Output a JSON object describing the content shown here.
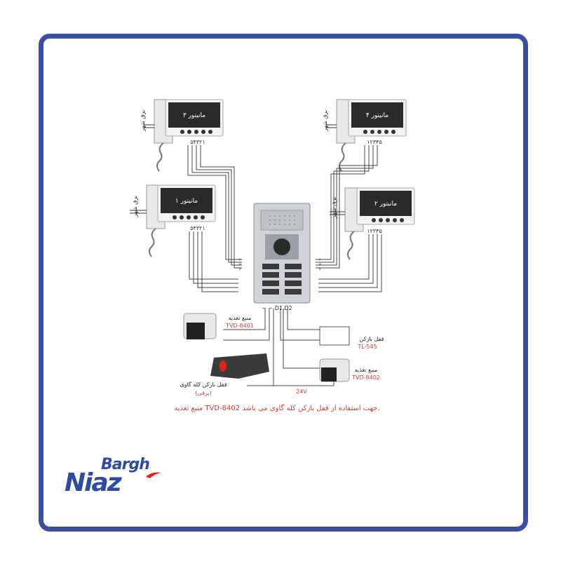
{
  "monitors": [
    {
      "id": "m3",
      "label": "مانیتور ۳",
      "city_power": "برق شهر",
      "pins": "۵۴۳۲۱"
    },
    {
      "id": "m4",
      "label": "مانیتور ۴",
      "city_power": "برق شهر",
      "pins": "۱۲۳۴۵"
    },
    {
      "id": "m1",
      "label": "مانیتور ۱",
      "city_power": "برق شهر",
      "pins": "۵۴۳۲۱"
    },
    {
      "id": "m2",
      "label": "مانیتور ۲",
      "city_power": "برق شهر",
      "pins": "۱۲۳۴۵"
    }
  ],
  "terminals": "~ ~ D1 D2",
  "power_supply_1": {
    "label": "منبع تغذیه",
    "model": "TVD-8401"
  },
  "lock": {
    "label": "قفل بازکن",
    "model": "TL-545"
  },
  "power_supply_2": {
    "label": "منبع تغذیه",
    "model": "TVD-8402"
  },
  "cow_lock": {
    "label": "قفل بازکن کله گاوی",
    "sub": "(برقی)"
  },
  "voltage": "24V",
  "note": "منبع تغذیه TVD-8402 جهت استفاده از قفل بازکن کله گاوی می باشد.",
  "logo": {
    "top": "Bargh",
    "bottom": "Niaz"
  },
  "colors": {
    "frame": "#3a4fa0",
    "red": "#d23a3a",
    "logo": "#2f4aa3",
    "accent": "#e2231a"
  }
}
